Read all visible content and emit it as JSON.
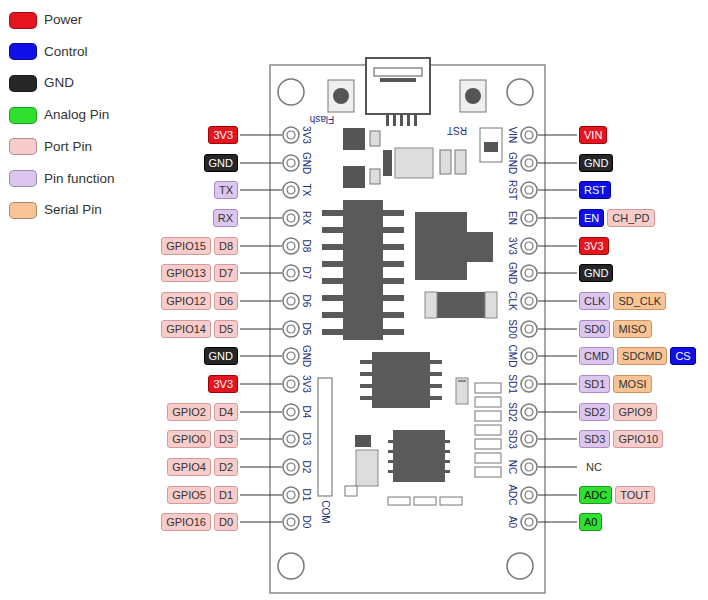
{
  "diagram": {
    "nodes": [
      {
        "text": [
          "3V3"
        ]
      },
      {
        "text": [
          "GND"
        ]
      },
      {
        "text": [
          "TX"
        ]
      },
      {
        "text": [
          "RX"
        ]
      },
      {
        "text": [
          "GPIO15"
        ]
      },
      {
        "text": [
          "D8"
        ]
      },
      {
        "text": [
          "GPIO13"
        ]
      },
      {
        "text": [
          "D7"
        ]
      },
      {
        "text": [
          "GPIO12"
        ]
      },
      {
        "text": [
          "D6"
        ]
      },
      {
        "text": [
          "GPIO14"
        ]
      },
      {
        "text": [
          "D5"
        ]
      },
      {
        "text": [
          "GND"
        ]
      },
      {
        "text": [
          "3V3"
        ]
      },
      {
        "text": [
          "GPIO2"
        ]
      },
      {
        "text": [
          "D4"
        ]
      },
      {
        "text": [
          "GPIO0"
        ]
      },
      {
        "text": [
          "D3"
        ]
      },
      {
        "text": [
          "GPIO4"
        ]
      },
      {
        "text": [
          "D2"
        ]
      },
      {
        "text": [
          "GPIO5"
        ]
      },
      {
        "text": [
          "D1"
        ]
      },
      {
        "text": [
          "GPIO16"
        ]
      },
      {
        "text": [
          "D0"
        ]
      },
      {
        "text": [
          "VIN"
        ]
      },
      {
        "text": [
          "GND"
        ]
      },
      {
        "text": [
          "RST"
        ]
      },
      {
        "text": [
          "EN"
        ]
      },
      {
        "text": [
          "CH_PD"
        ]
      },
      {
        "text": [
          "3V3"
        ]
      },
      {
        "text": [
          "GND"
        ]
      },
      {
        "text": [
          "CLK"
        ]
      },
      {
        "text": [
          "SD_CLK"
        ]
      },
      {
        "text": [
          "SD0"
        ]
      },
      {
        "text": [
          "MISO"
        ]
      },
      {
        "text": [
          "CMD"
        ]
      },
      {
        "text": [
          "SDCMD"
        ]
      },
      {
        "text": [
          "CS"
        ]
      },
      {
        "text": [
          "SD1"
        ]
      },
      {
        "text": [
          "MOSI"
        ]
      },
      {
        "text": [
          "SD2"
        ]
      },
      {
        "text": [
          "GPIO9"
        ]
      },
      {
        "text": [
          "SD3"
        ]
      },
      {
        "text": [
          "GPIO10"
        ]
      },
      {
        "text": [
          "ADC"
        ]
      },
      {
        "text": [
          "TOUT"
        ]
      },
      {
        "text": [
          "A0"
        ]
      }
    ],
    "labels": [
      "Flash",
      "RST",
      "3V3",
      "GND",
      "TX",
      "RX",
      "D8",
      "D7",
      "D6",
      "D5",
      "GND",
      "3V3",
      "D4",
      "D3",
      "D2",
      "D1",
      "D0",
      "VIN",
      "GND",
      "RST",
      "EN",
      "3V3",
      "GND",
      "CLK",
      "SD0",
      "CMD",
      "SD1",
      "SD2",
      "SD3",
      "NC",
      "ADC",
      "A0",
      "COM",
      "NC"
    ],
    "legend": [
      {
        "text": "Power",
        "color": "#e5141f"
      },
      {
        "text": "Control",
        "color": "#1010e6"
      },
      {
        "text": "GND",
        "color": "#262626"
      },
      {
        "text": "Analog Pin",
        "color": "#2fe02f"
      },
      {
        "text": "Port Pin",
        "color": "#f7cccb"
      },
      {
        "text": "Pin function",
        "color": "#dcc6ef"
      },
      {
        "text": "Serial Pin",
        "color": "#f8c496"
      }
    ]
  }
}
